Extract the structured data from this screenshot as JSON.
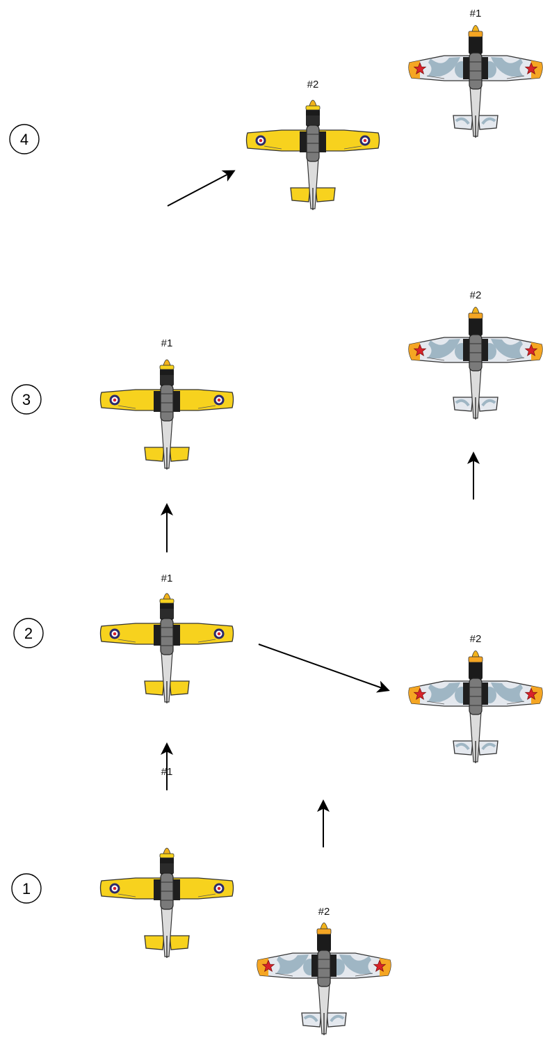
{
  "steps": [
    {
      "label": "4"
    },
    {
      "label": "3"
    },
    {
      "label": "2"
    },
    {
      "label": "1"
    }
  ],
  "planes": [
    {
      "label": "#1",
      "scheme": "red-star"
    },
    {
      "label": "#2",
      "scheme": "yellow"
    },
    {
      "label": "#1",
      "scheme": "yellow"
    },
    {
      "label": "#2",
      "scheme": "red-star"
    },
    {
      "label": "#1",
      "scheme": "yellow"
    },
    {
      "label": "#2",
      "scheme": "red-star"
    },
    {
      "label": "#1",
      "scheme": "yellow"
    },
    {
      "label": "#2",
      "scheme": "red-star"
    }
  ],
  "colors": {
    "yellow_body": "#f7d21e",
    "silver_body": "#e4e8ee",
    "camo": "#9fb6c4",
    "wingtip_orange": "#f5a623",
    "star_red": "#d8232a",
    "roundel_blue": "#2b2a6b",
    "canopy": "#6f6f6f",
    "engine": "#1b1b1b",
    "spinner": "#f2b31b",
    "arrow": "#000000"
  }
}
